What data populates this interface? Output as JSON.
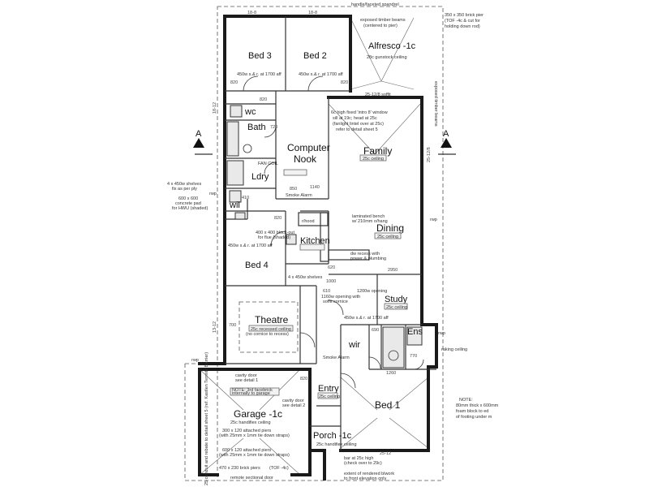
{
  "rooms": {
    "bed3": "Bed 3",
    "bed2": "Bed 2",
    "alfresco": "Alfresco -1c",
    "bath": "Bath",
    "wc": "wc",
    "computer_nook": "Computer",
    "computer_nook_2": "Nook",
    "family": "Family",
    "ldry": "Ldry",
    "wil": "wil",
    "kitchen": "Kitchen",
    "dining": "Dining",
    "bed4": "Bed 4",
    "study": "Study",
    "theatre": "Theatre",
    "ens": "Ens",
    "wir": "wir",
    "entry": "Entry",
    "bed1": "Bed 1",
    "garage": "Garage -1c",
    "porch": "Porch -1c"
  },
  "notes": {
    "handle_spandrel": "handle/faceted spandrel",
    "exposed_beams": "exposed timber beams",
    "exposed_beams_2": "(centered to pier)",
    "brick_pier": "350 x 350 brick pier",
    "brick_pier_2": "(TOF -4c & cut for",
    "brick_pier_3": "holding down rod)",
    "alfresco_ceiling": "28c gunstock ceiling",
    "exposed_rafters": "exposed timber beams",
    "bed3_robe": "450w s.& r. at 1700 aff",
    "bed2_robe": "450w s.& r. at 1700 aff",
    "window_note": "6c high fixed 'intro 8' window",
    "window_note_2": "sill at 19c; head at 25c",
    "window_note_3": "(fanlight lintel over at 25c)",
    "window_note_4": "refer to detail sheet 5",
    "shelves": "4 x 450w shelves",
    "shelves_2": "fix as per ply",
    "concrete_pad": "600 x 600",
    "concrete_pad_2": "concrete pad",
    "concrete_pad_3": "for HWU (shaded)",
    "smoke_alarm": "Smoke Alarm",
    "smoke_alarm_2": "Smoke Alarm",
    "laminated_bench": "laminated bench",
    "laminated_bench_2": "w/ 210mm o/hang",
    "blockout": "400 x 400 block-out",
    "blockout_2": "for flue (shaded)",
    "rhood": "r/hood",
    "bed4_robe": "450w s.& r. at 1700 aff",
    "dw_recess": "dw recess with",
    "dw_recess_2": "power & plumbing",
    "dry_shelves": "4 x 450w shelves",
    "opening_1160": "1160w opening with",
    "opening_1160_2": "soffit cornice",
    "opening_1200": "1200w opening",
    "wir_robe": "450w s.& r. at 1700 aff",
    "no_cornice": "(no cornice to recess)",
    "theatre_ceiling": "25c recessed ceiling",
    "cavity_door": "cavity door",
    "cavity_door_2": "see detail 1",
    "facebrick_note": "NOTE: 3rd facebrick",
    "facebrick_note_2": "internally to garage",
    "cavity_door_b": "cavity door",
    "cavity_door_b_2": "see detail 2",
    "garage_ceiling": "25c handifiex ceiling",
    "piers_1": "300 x 120 attached piers",
    "piers_1b": "(with 25mm x 1mm tie down straps)",
    "piers_2": "600 x 120 attached piers",
    "piers_2b": "(with 25mm x 1mm tie down straps)",
    "piers_3": "470 x 230 brick piers",
    "piers_3b": "(TOF -4c)",
    "remote_door": "remote sectional door",
    "porch_ceiling": "25c handifiex ceiling",
    "bar_note": "bar at 25c high",
    "bar_note_2": "(check over to 29c)",
    "rendered_note": "extent of rendered blwork",
    "rendered_note_2": "to front elevation only",
    "raking_ceiling": "raking ceiling",
    "footing_note": "NOTE:",
    "footing_note_2": "80mm thick x 600mm",
    "footing_note_3": "foam block to ed",
    "footing_note_4": "of footing under m",
    "slab_note": "extent of rendered blwork",
    "family_ceiling": "25c ceiling",
    "dining_ceiling": "25c ceiling",
    "study_ceiling": "25c ceiling",
    "entry_ceiling": "25c ceiling",
    "garage_side": "25 conduit and rebate to detail sheet 5 (ref. Kastlen Termite Barrier)",
    "fan_coil": "FAN COIL",
    "soffit": "25-12/8 soffit",
    "rwp": "rwp"
  },
  "dimensions": {
    "d_top_bed3": "18-8",
    "d_top_bed2": "18-8",
    "d_820a": "820",
    "d_820b": "820",
    "d_820c": "820",
    "d_820d": "820",
    "d_820e": "820",
    "d_720": "720",
    "d_770": "770",
    "d_850": "850",
    "d_1140": "1140",
    "d_2950": "2950",
    "d_1260": "1260",
    "d_620": "620",
    "d_700": "700",
    "d_690": "690",
    "d_410": "410",
    "d_1000": "1000",
    "d_610": "610",
    "d_2510": "25-12/8",
    "d_side_left": "18-12",
    "d_side_left2": "13-12",
    "d_bottom": "25-12"
  },
  "section_marker": "A",
  "section_marker_2": "A"
}
